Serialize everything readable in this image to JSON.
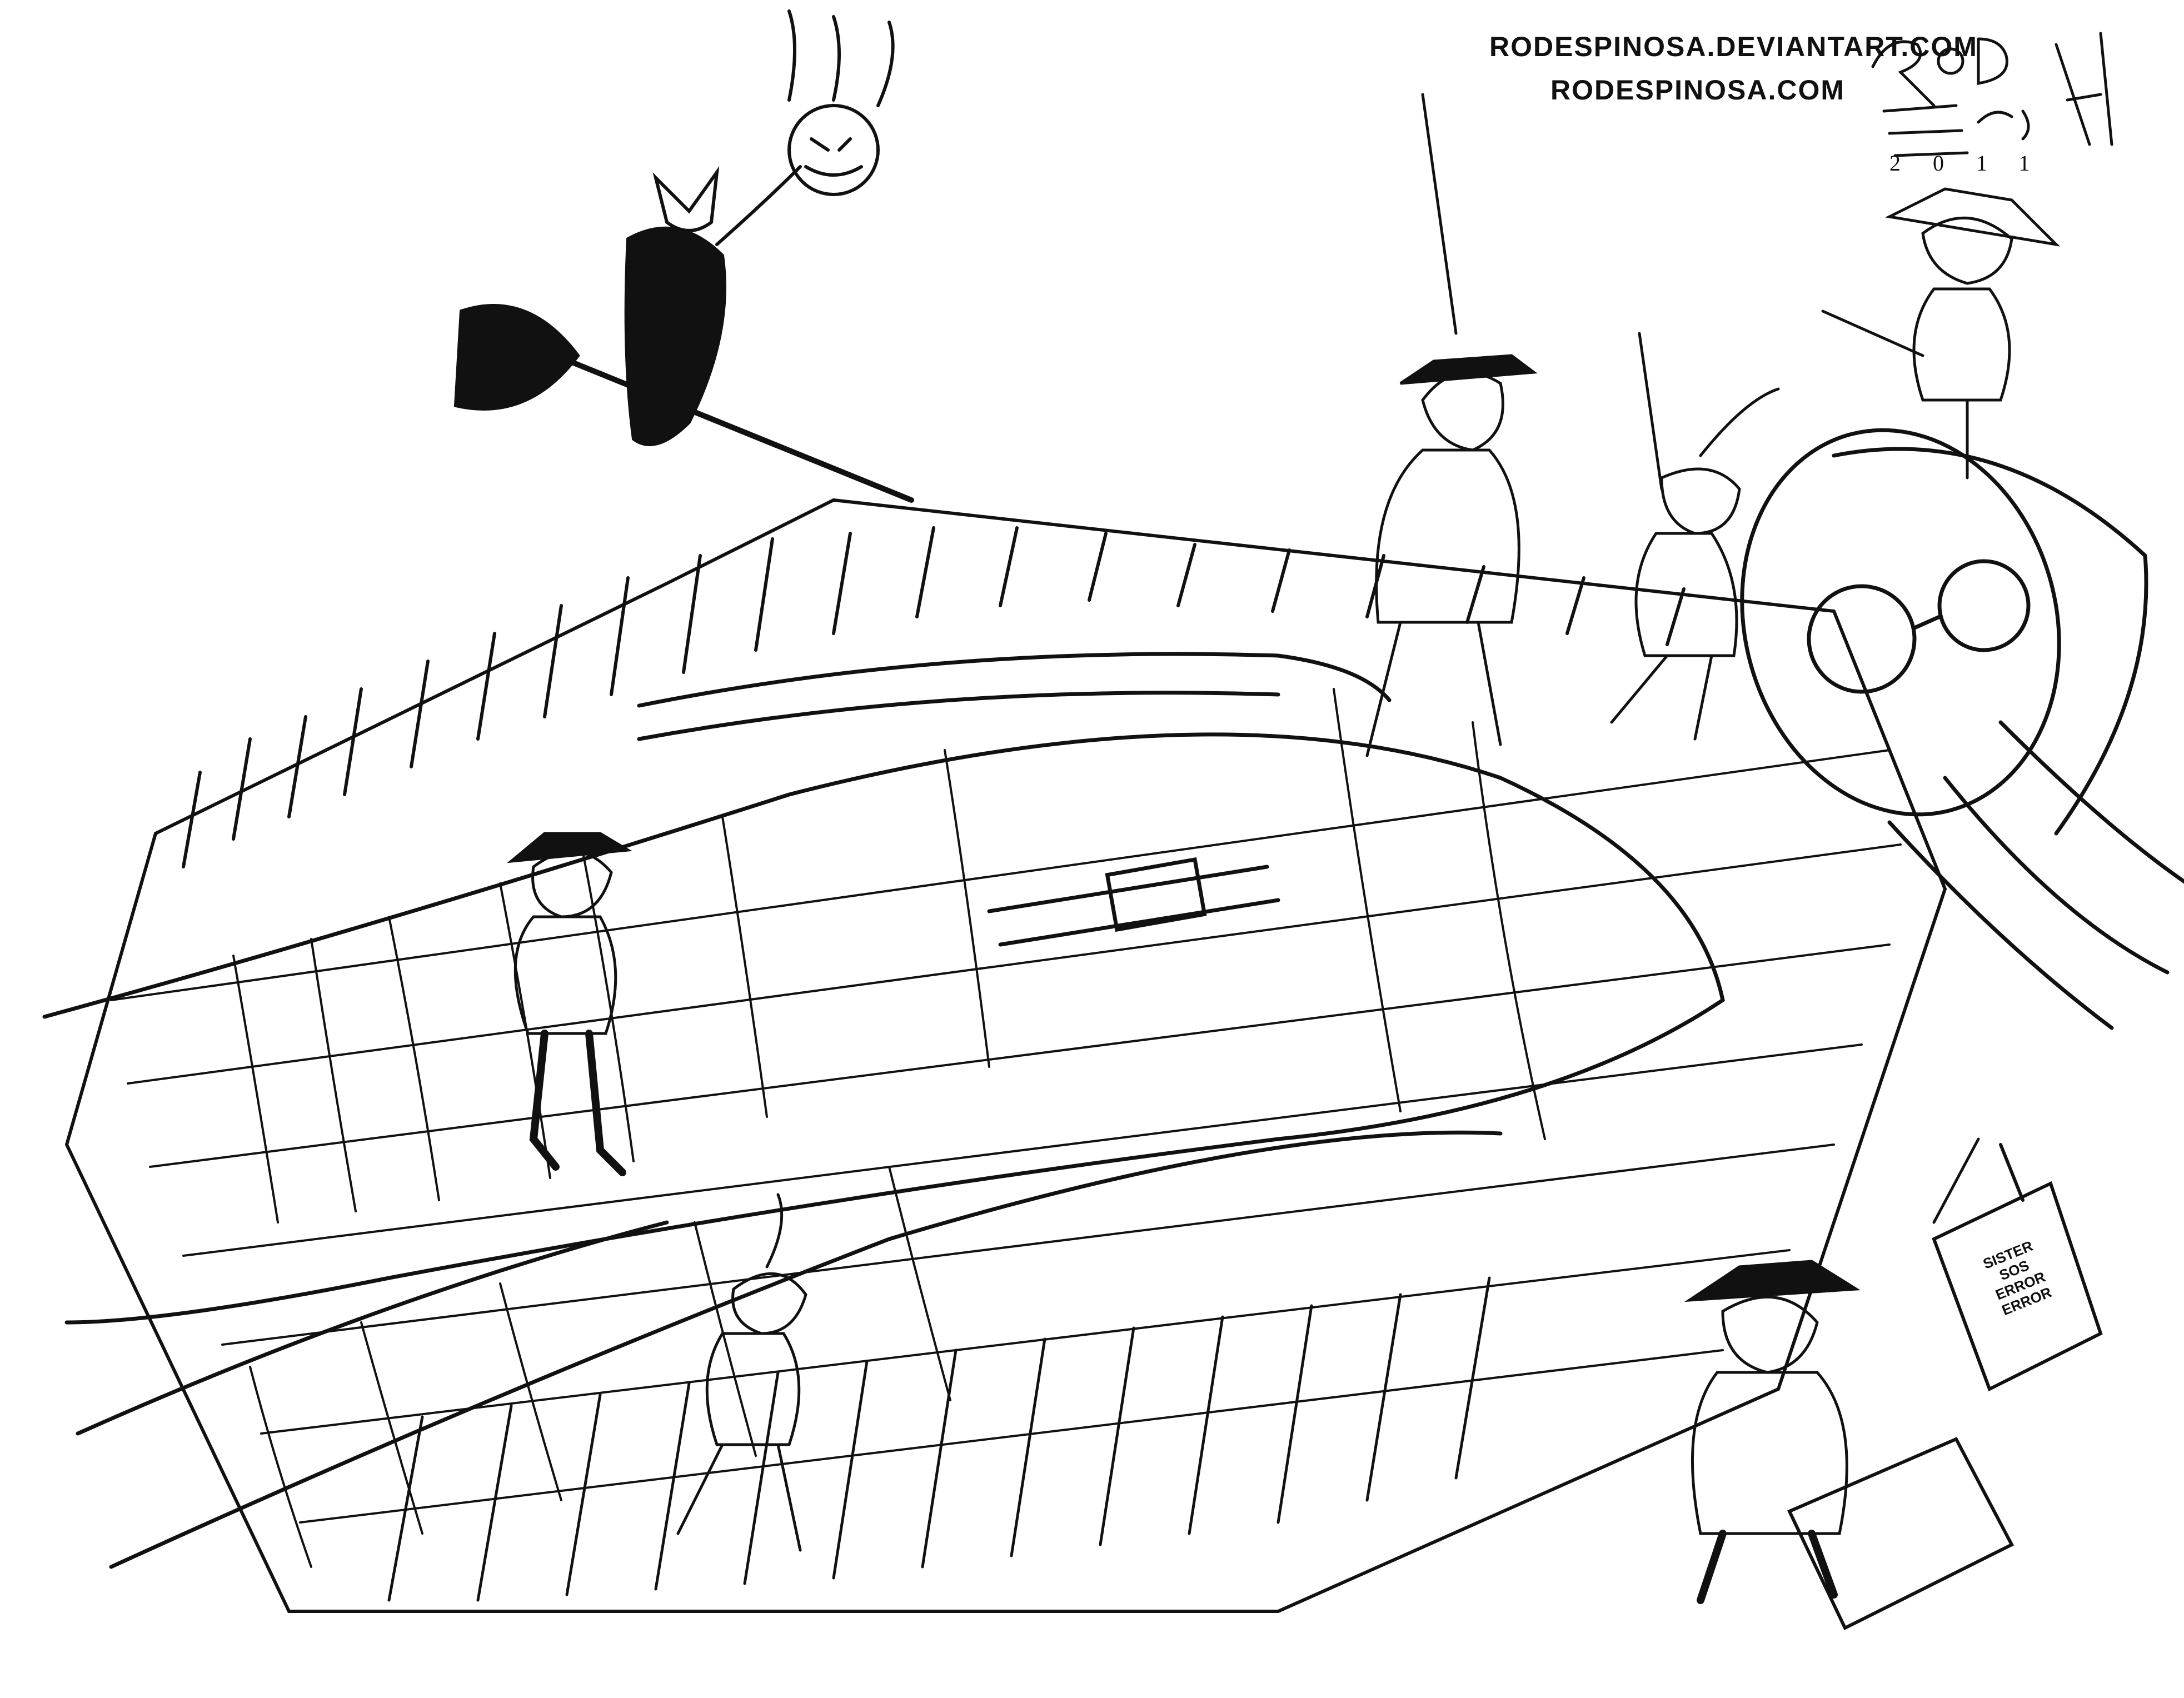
{
  "credits": {
    "line1": "RODESPINOSA.DEVIANTART.COM",
    "line2": "RODESPINOSA.COM"
  },
  "signature": {
    "name": "RoD Espinosa",
    "year": "2011"
  },
  "phone_screen": {
    "line1": "SISTER",
    "line2": "SOS",
    "line3": "ERROR",
    "line4": "ERROR"
  },
  "colors": {
    "ink": "#111111",
    "paper": "#ffffff"
  }
}
